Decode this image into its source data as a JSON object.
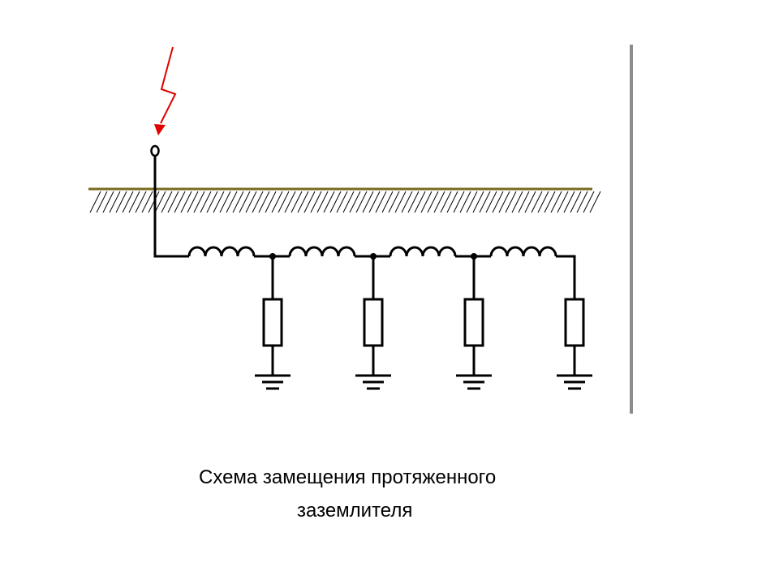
{
  "caption": {
    "line1": "Схема замещения протяженного",
    "line2": "заземлителя"
  },
  "diagram": {
    "sections": 4,
    "colors": {
      "wire": "#000000",
      "lightning": "#e00000",
      "ground_line": "#7a6a1e",
      "hatch": "#000000",
      "divider": "#8c8c8c"
    }
  }
}
